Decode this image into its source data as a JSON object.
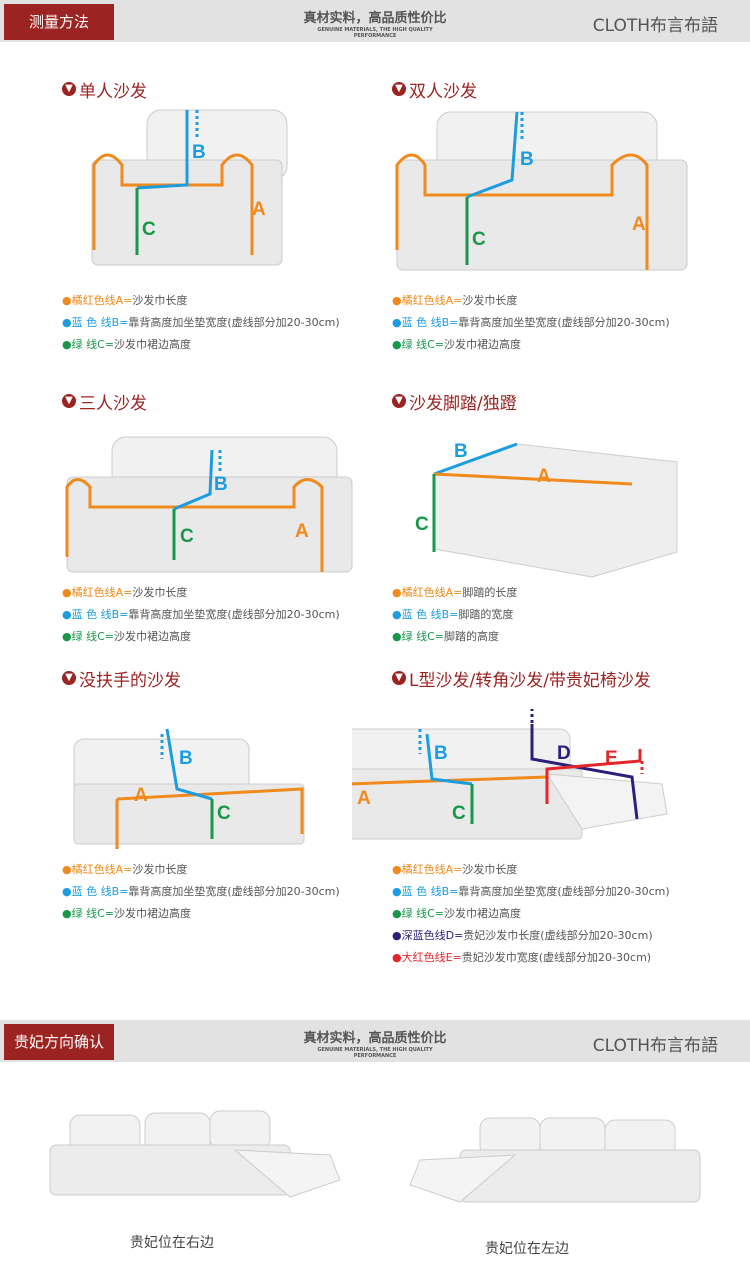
{
  "header1": {
    "tag": "测量方法",
    "slogan": "真材实料，高品质性价比",
    "slogan_en": "GENUINE MATERIALS, THE HIGH QUALITY PERFORMANCE",
    "brand": "CLOTH布言布語"
  },
  "header2": {
    "tag": "贵妃方向确认",
    "slogan": "真材实料，高品质性价比",
    "slogan_en": "GENUINE MATERIALS, THE HIGH QUALITY PERFORMANCE",
    "brand": "CLOTH布言布語"
  },
  "colors": {
    "orange": "#f08a1c",
    "blue": "#1b9de2",
    "green": "#19974a",
    "navy": "#2b1f7c",
    "red": "#e3262a",
    "title": "#9b2321"
  },
  "panels": [
    {
      "title": "单人沙发",
      "legend": [
        {
          "key": "●橘红色线A=",
          "text": "沙发巾长度",
          "color": "#f08a1c"
        },
        {
          "key": "●蓝  色  线B=",
          "text": "靠背高度加坐垫宽度(虚线部分加20-30cm)",
          "color": "#1b9de2"
        },
        {
          "key": "●绿        线C=",
          "text": "沙发巾裙边高度",
          "color": "#19974a"
        }
      ]
    },
    {
      "title": "双人沙发",
      "legend": [
        {
          "key": "●橘红色线A=",
          "text": "沙发巾长度",
          "color": "#f08a1c"
        },
        {
          "key": "●蓝  色  线B=",
          "text": "靠背高度加坐垫宽度(虚线部分加20-30cm)",
          "color": "#1b9de2"
        },
        {
          "key": "●绿        线C=",
          "text": "沙发巾裙边高度",
          "color": "#19974a"
        }
      ]
    },
    {
      "title": "三人沙发",
      "legend": [
        {
          "key": "●橘红色线A=",
          "text": "沙发巾长度",
          "color": "#f08a1c"
        },
        {
          "key": "●蓝  色  线B=",
          "text": "靠背高度加坐垫宽度(虚线部分加20-30cm)",
          "color": "#1b9de2"
        },
        {
          "key": "●绿        线C=",
          "text": "沙发巾裙边高度",
          "color": "#19974a"
        }
      ]
    },
    {
      "title": "沙发脚踏/独蹬",
      "legend": [
        {
          "key": "●橘红色线A=",
          "text": "脚踏的长度",
          "color": "#f08a1c"
        },
        {
          "key": "●蓝  色  线B=",
          "text": "脚踏的宽度",
          "color": "#1b9de2"
        },
        {
          "key": "●绿        线C=",
          "text": "脚踏的高度",
          "color": "#19974a"
        }
      ]
    },
    {
      "title": "没扶手的沙发",
      "legend": [
        {
          "key": "●橘红色线A=",
          "text": "沙发巾长度",
          "color": "#f08a1c"
        },
        {
          "key": "●蓝  色  线B=",
          "text": "靠背高度加坐垫宽度(虚线部分加20-30cm)",
          "color": "#1b9de2"
        },
        {
          "key": "●绿        线C=",
          "text": "沙发巾裙边高度",
          "color": "#19974a"
        }
      ]
    },
    {
      "title": "L型沙发/转角沙发/带贵妃椅沙发",
      "legend": [
        {
          "key": "●橘红色线A=",
          "text": "沙发巾长度",
          "color": "#f08a1c"
        },
        {
          "key": "●蓝  色  线B=",
          "text": "靠背高度加坐垫宽度(虚线部分加20-30cm)",
          "color": "#1b9de2"
        },
        {
          "key": "●绿        线C=",
          "text": "沙发巾裙边高度",
          "color": "#19974a"
        },
        {
          "key": "●深蓝色线D=",
          "text": "贵妃沙发巾长度(虚线部分加20-30cm)",
          "color": "#2b1f7c"
        },
        {
          "key": "●大红色线E=",
          "text": "贵妃沙发巾宽度(虚线部分加20-30cm)",
          "color": "#e3262a"
        }
      ]
    }
  ],
  "labels": {
    "a": "A",
    "b": "B",
    "c": "C",
    "d": "D",
    "e": "E"
  },
  "bottom": {
    "right_caption": "贵妃位在右边",
    "left_caption": "贵妃位在左边"
  }
}
